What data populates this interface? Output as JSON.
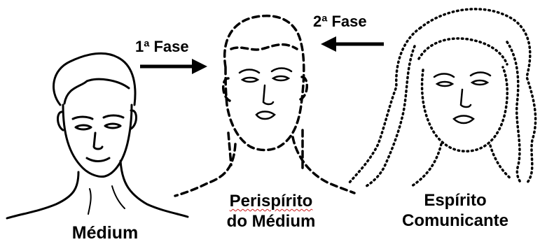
{
  "arrows": {
    "phase1_label": "1ª Fase",
    "phase2_label": "2ª Fase"
  },
  "figures": {
    "medium": {
      "label": "Médium"
    },
    "perispirito": {
      "label_line1_word": "Perispírito",
      "label_line2": "do Médium"
    },
    "espirito": {
      "label_line1": "Espírito",
      "label_line2": "Comunicante"
    }
  },
  "colors": {
    "ink": "#000000",
    "spellcheck_underline": "#d02020",
    "background": "#ffffff"
  }
}
